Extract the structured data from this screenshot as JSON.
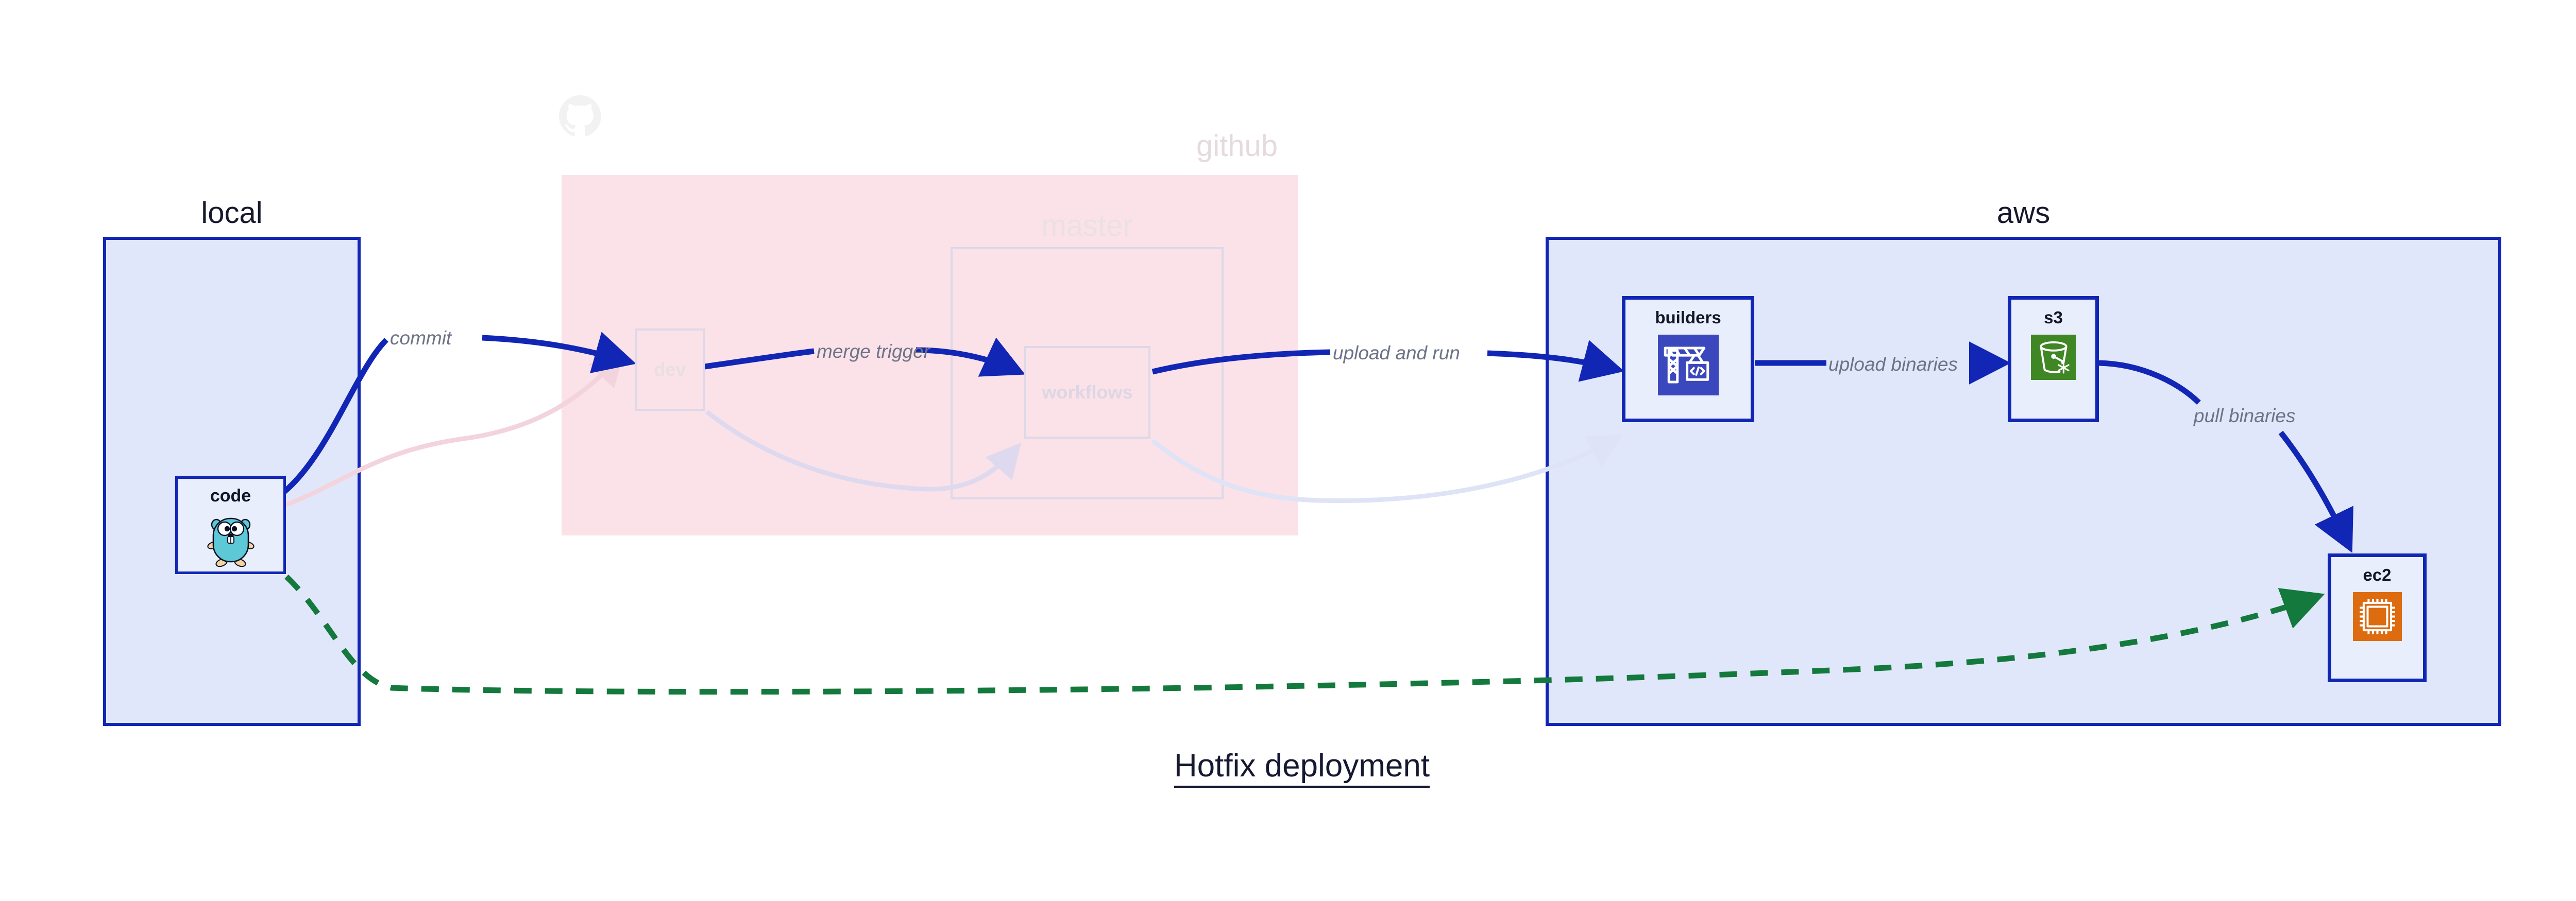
{
  "diagram": {
    "title": "Hotfix deployment",
    "background": "#ffffff"
  },
  "groups": [
    {
      "id": "local",
      "label": "local",
      "fill": "#e1e7fb",
      "stroke": "#1226b5",
      "dimmed": false
    },
    {
      "id": "github",
      "label": "github",
      "fill": "#fae2e8",
      "stroke": "#fae2e8",
      "dimmed": true
    },
    {
      "id": "master",
      "label": "master",
      "fill": "#fae2e8",
      "stroke": "#ded8e8",
      "dimmed": true
    },
    {
      "id": "aws",
      "label": "aws",
      "fill": "#e1e7fb",
      "stroke": "#1226b5",
      "dimmed": false
    }
  ],
  "nodes": [
    {
      "id": "code",
      "label": "code",
      "icon": "go-gopher-icon",
      "group": "local",
      "dimmed": false
    },
    {
      "id": "dev",
      "label": "dev",
      "icon": "none",
      "group": "github",
      "dimmed": true
    },
    {
      "id": "workflows",
      "label": "workflows",
      "icon": "none",
      "group": "master",
      "dimmed": true
    },
    {
      "id": "builders",
      "label": "builders",
      "icon": "aws-codebuild-icon",
      "group": "aws",
      "dimmed": false,
      "icon_color": "#3b47bd"
    },
    {
      "id": "s3",
      "label": "s3",
      "icon": "aws-s3-bucket-icon",
      "group": "aws",
      "dimmed": false,
      "icon_color": "#3f8624"
    },
    {
      "id": "ec2",
      "label": "ec2",
      "icon": "aws-ec2-chip-icon",
      "group": "aws",
      "dimmed": false,
      "icon_color": "#dd6b10"
    }
  ],
  "edges": [
    {
      "id": "commit",
      "label": "commit",
      "from": "code",
      "to": "dev",
      "color": "#1226b5",
      "style": "solid",
      "dimmed": false
    },
    {
      "id": "merge",
      "label": "merge trigger",
      "from": "dev",
      "to": "workflows",
      "color": "#1226b5",
      "style": "solid",
      "dimmed": false
    },
    {
      "id": "upload-run",
      "label": "upload and run",
      "from": "workflows",
      "to": "builders",
      "color": "#1226b5",
      "style": "solid",
      "dimmed": false
    },
    {
      "id": "upload-bin",
      "label": "upload binaries",
      "from": "builders",
      "to": "s3",
      "color": "#1226b5",
      "style": "solid",
      "dimmed": false
    },
    {
      "id": "pull-bin",
      "label": "pull binaries",
      "from": "s3",
      "to": "ec2",
      "color": "#1226b5",
      "style": "solid",
      "dimmed": false
    },
    {
      "id": "hotfix",
      "label": "",
      "from": "code",
      "to": "ec2",
      "color": "#14793c",
      "style": "dashed",
      "dimmed": false
    },
    {
      "id": "ghost-code-dev",
      "label": "",
      "from": "code",
      "to": "dev",
      "color": "#f4d7de",
      "style": "solid",
      "dimmed": true
    },
    {
      "id": "ghost-dev-workflows",
      "label": "",
      "from": "dev",
      "to": "workflows",
      "color": "#e0dbee",
      "style": "solid",
      "dimmed": true
    },
    {
      "id": "ghost-wf-builders",
      "label": "",
      "from": "workflows",
      "to": "builders",
      "color": "#e0e3f5",
      "style": "solid",
      "dimmed": true
    }
  ],
  "colors": {
    "container_fill_blue": "#e1e7fb",
    "container_stroke_blue": "#1226b5",
    "container_fill_pink": "#fae2e8",
    "node_fill": "#e9eefc",
    "edge_blue": "#1226b5",
    "edge_green": "#14793c",
    "label_gray": "#6d7387",
    "text_dark": "#151830",
    "dimmed_text": "#e2dbe6",
    "codebuild_blue": "#3b47bd",
    "s3_green": "#3f8624",
    "ec2_orange": "#dd6b10"
  }
}
